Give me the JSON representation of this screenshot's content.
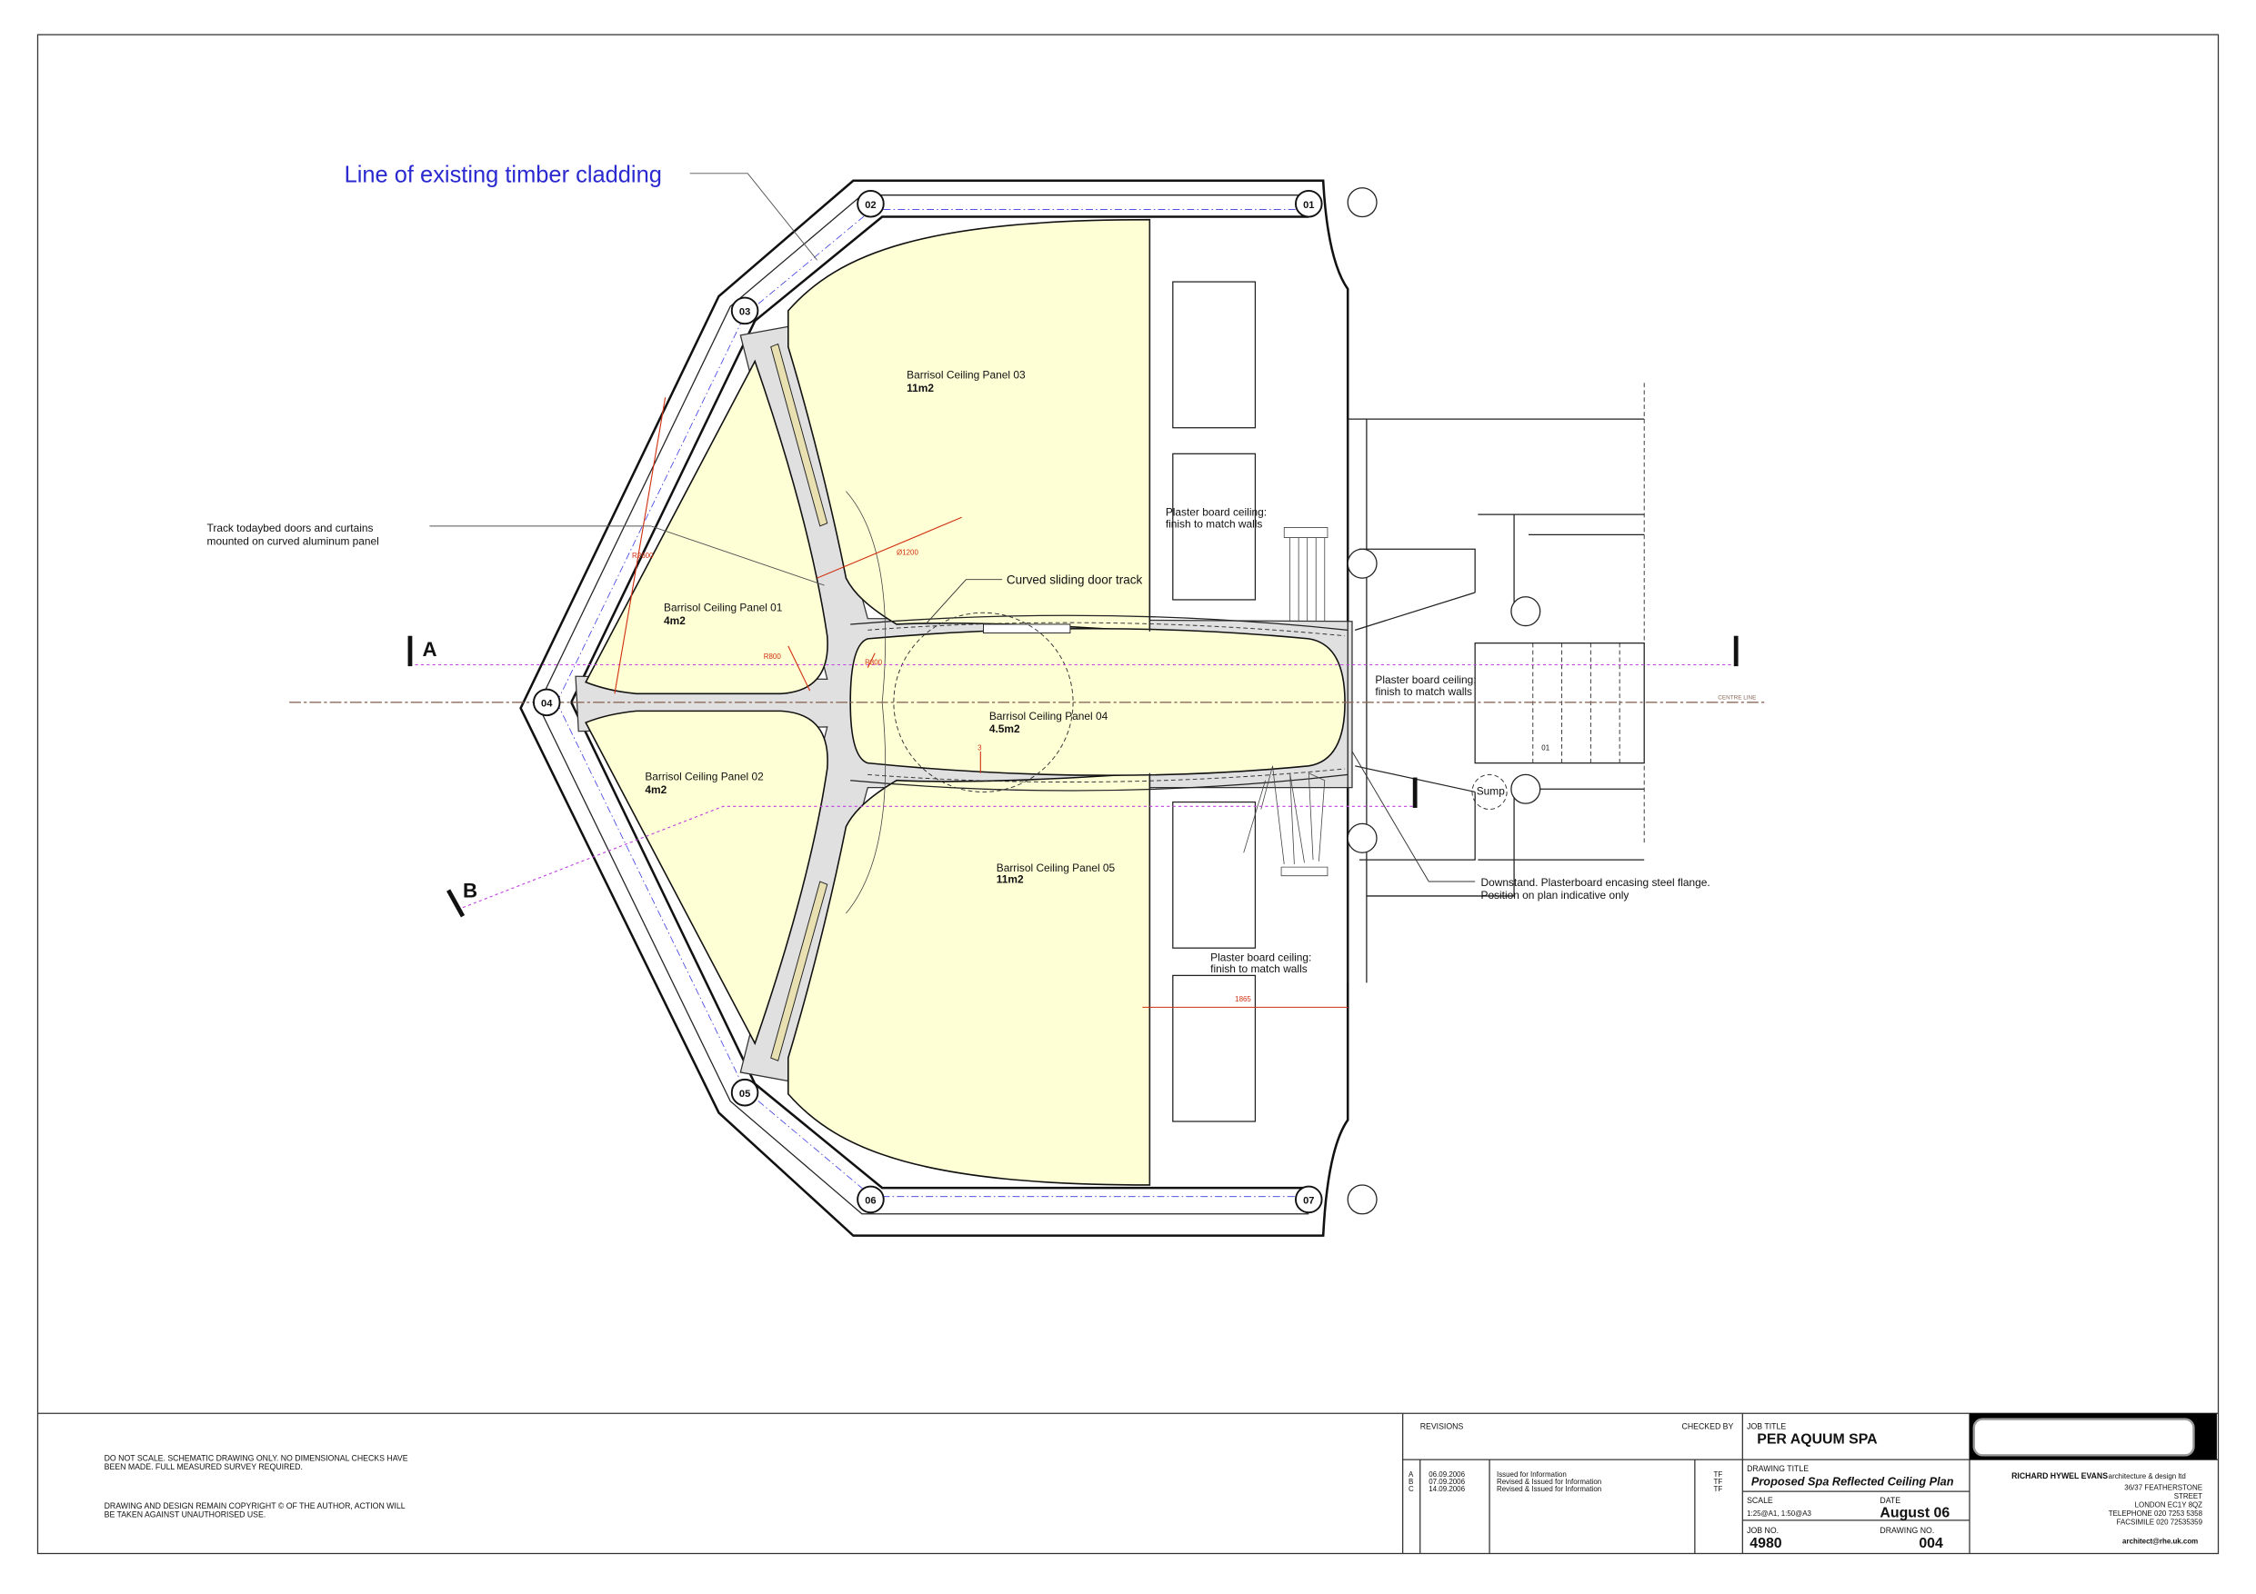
{
  "annotations": {
    "timber_cladding": "Line of existing timber cladding",
    "track_line1": "Track todaybed doors and curtains",
    "track_line2": "mounted on curved aluminum panel",
    "sliding_track": "Curved sliding door track",
    "downstand_line1": "Downstand. Plasterboard encasing steel flange.",
    "downstand_line2": "Position on plan indicative only",
    "sump": "Sump",
    "centre_line": "CENTRE LINE",
    "stair_label": "01"
  },
  "panels": [
    {
      "name": "Barrisol Ceiling Panel 01",
      "area": "4m2"
    },
    {
      "name": "Barrisol Ceiling Panel 02",
      "area": "4m2"
    },
    {
      "name": "Barrisol Ceiling Panel 03",
      "area": "11m2"
    },
    {
      "name": "Barrisol Ceiling Panel 04",
      "area": "4.5m2"
    },
    {
      "name": "Barrisol Ceiling Panel 05",
      "area": "11m2"
    }
  ],
  "plasterboard": {
    "line1": "Plaster board ceiling:",
    "line2": "finish to match walls"
  },
  "columns": [
    "01",
    "02",
    "03",
    "04",
    "05",
    "06",
    "07"
  ],
  "sections": {
    "a": "A",
    "b": "B"
  },
  "dimensions": {
    "r2600": "R2600",
    "r800": "R800",
    "r300": "R300",
    "d1200": "Ø1200",
    "w1865": "1865",
    "d3": "3"
  },
  "notes": {
    "scale_line1": "DO NOT SCALE. SCHEMATIC DRAWING ONLY. NO DIMENSIONAL CHECKS HAVE",
    "scale_line2": "BEEN MADE. FULL MEASURED SURVEY REQUIRED.",
    "copyright_line1": "DRAWING AND DESIGN REMAIN COPYRIGHT © OF THE AUTHOR, ACTION WILL",
    "copyright_line2": "BE TAKEN AGAINST UNAUTHORISED USE."
  },
  "title_block": {
    "revisions_label": "REVISIONS",
    "checked_by_label": "CHECKED BY",
    "revisions": [
      {
        "rev": "A",
        "date": "06.09.2006",
        "desc": "Issued for Information",
        "checked": "TF"
      },
      {
        "rev": "B",
        "date": "07.09.2006",
        "desc": "Revised & Issued for Information",
        "checked": "TF"
      },
      {
        "rev": "C",
        "date": "14.09.2006",
        "desc": "Revised & Issued for Information",
        "checked": "TF"
      }
    ],
    "job_title_label": "JOB TITLE",
    "job_title": "PER AQUUM SPA",
    "drawing_title_label": "DRAWING TITLE",
    "drawing_title": "Proposed Spa Reflected Ceiling Plan",
    "scale_label": "SCALE",
    "scale": "1:25@A1, 1:50@A3",
    "date_label": "DATE",
    "date": "August 06",
    "job_no_label": "JOB NO.",
    "job_no": "4980",
    "drawing_no_label": "DRAWING NO.",
    "drawing_no": "004",
    "firm_name": "RICHARD HYWEL EVANS",
    "firm_suffix": "architecture & design ltd",
    "address": [
      "36/37 FEATHERSTONE",
      "STREET",
      "LONDON EC1Y 8QZ",
      "TELEPHONE 020 7253 5358",
      "FACSIMILE 020 72535359"
    ],
    "email": "architect@rhe.uk.com"
  },
  "colors": {
    "panel_fill": "#ffffd6",
    "structure_gray": "#e0e0e0",
    "annotation_blue": "#2a2ad0",
    "dimension_red": "#d03010",
    "section_line_magenta": "#c040e0",
    "centre_line": "#8a6a5a"
  }
}
